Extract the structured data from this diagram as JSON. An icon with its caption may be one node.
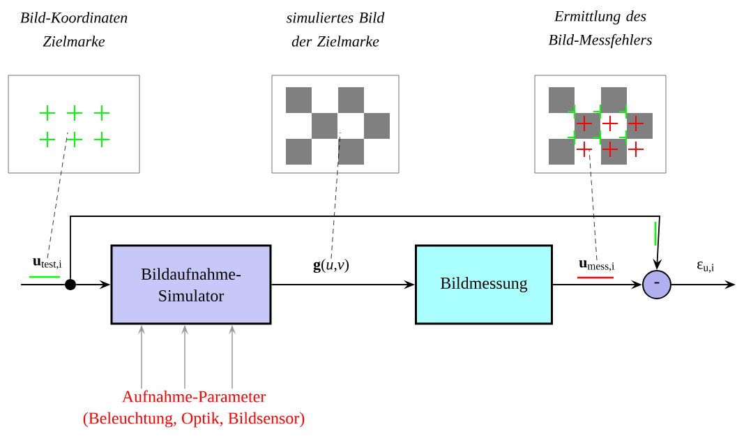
{
  "diagram": {
    "nodes": [
      {
        "text": [
          "Bild-Koordinaten Zielmarke"
        ]
      },
      {
        "text": [
          "simuliertes Bild der Zielmarke"
        ]
      },
      {
        "text": [
          "Ermittlung des Bild-Messfehlers"
        ]
      },
      {
        "text": [
          "Bildaufnahme- Simulator"
        ]
      },
      {
        "text": [
          "Bildmessung"
        ]
      },
      {
        "text": [
          "-"
        ]
      },
      {
        "text": [],
        "shape": "circle"
      },
      {
        "text": [
          "**u**$_{test,i}$"
        ]
      },
      {
        "text": [
          "**g**(*u*,*v*)"
        ]
      },
      {
        "text": [
          "**u**$_{mess,i}$"
        ]
      },
      {
        "text": [
          "Aufnahme-Parameter",
          "(Beleuchtung, Optik, Bildsensor)"
        ]
      }
    ],
    "edges": [
      {
        "from": null,
        "to": 6,
        "arrow": "none"
      },
      {
        "from": 6,
        "to": 3,
        "arrow": "to"
      },
      {
        "from": 6,
        "to": 5,
        "arrow": "to"
      },
      {
        "from": 3,
        "to": 4,
        "arrow": "to"
      },
      {
        "from": 4,
        "to": 5,
        "arrow": "to"
      },
      {
        "from": 5,
        "to": null,
        "arrow": "to",
        "label": "ε$_{u,i}$"
      },
      {
        "from": 10,
        "to": 3,
        "arrow": "to",
        "color": "#999999"
      },
      {
        "from": 10,
        "to": 3,
        "arrow": "to",
        "color": "#999999"
      },
      {
        "from": 10,
        "to": 3,
        "arrow": "to",
        "color": "#999999"
      },
      {
        "from": 7,
        "to": 0,
        "arrow": "none",
        "style": "dashed"
      },
      {
        "from": 8,
        "to": 1,
        "arrow": "none",
        "style": "dashed"
      },
      {
        "from": 9,
        "to": 2,
        "arrow": "none",
        "style": "dashed"
      }
    ]
  }
}
